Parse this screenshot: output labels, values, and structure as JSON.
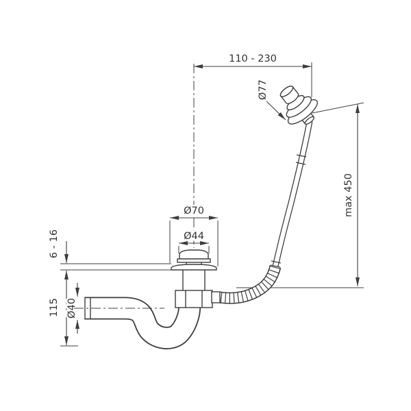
{
  "drawing": {
    "labels": {
      "top_span": "110 - 230",
      "overflow_dia": "Ø77",
      "max_height": "max 450",
      "flange_dia": "Ø70",
      "plug_dia": "Ø44",
      "rim_range": "6 - 16",
      "trap_depth": "115",
      "pipe_dia": "Ø40"
    },
    "colors": {
      "line": "#3d3d3d",
      "text": "#333333",
      "background": "#ffffff"
    }
  }
}
